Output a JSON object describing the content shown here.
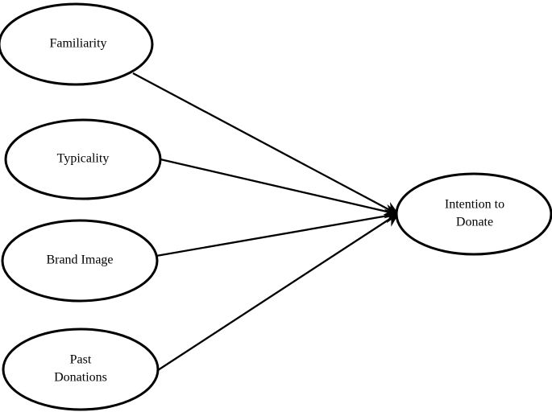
{
  "diagram": {
    "nodes": [
      {
        "id": "familiarity",
        "lines": [
          "Familiarity"
        ]
      },
      {
        "id": "typicality",
        "lines": [
          "Typicality"
        ]
      },
      {
        "id": "brand-image",
        "lines": [
          "Brand Image"
        ]
      },
      {
        "id": "past-donations",
        "lines": [
          "Past",
          "Donations"
        ]
      },
      {
        "id": "intention-to-donate",
        "lines": [
          "Intention to",
          "Donate"
        ]
      }
    ],
    "edges": [
      {
        "from": "familiarity",
        "to": "intention-to-donate"
      },
      {
        "from": "typicality",
        "to": "intention-to-donate"
      },
      {
        "from": "brand-image",
        "to": "intention-to-donate"
      },
      {
        "from": "past-donations",
        "to": "intention-to-donate"
      }
    ],
    "colors": {
      "stroke": "#000000",
      "fill": "#ffffff",
      "background": "#ffffff"
    }
  }
}
